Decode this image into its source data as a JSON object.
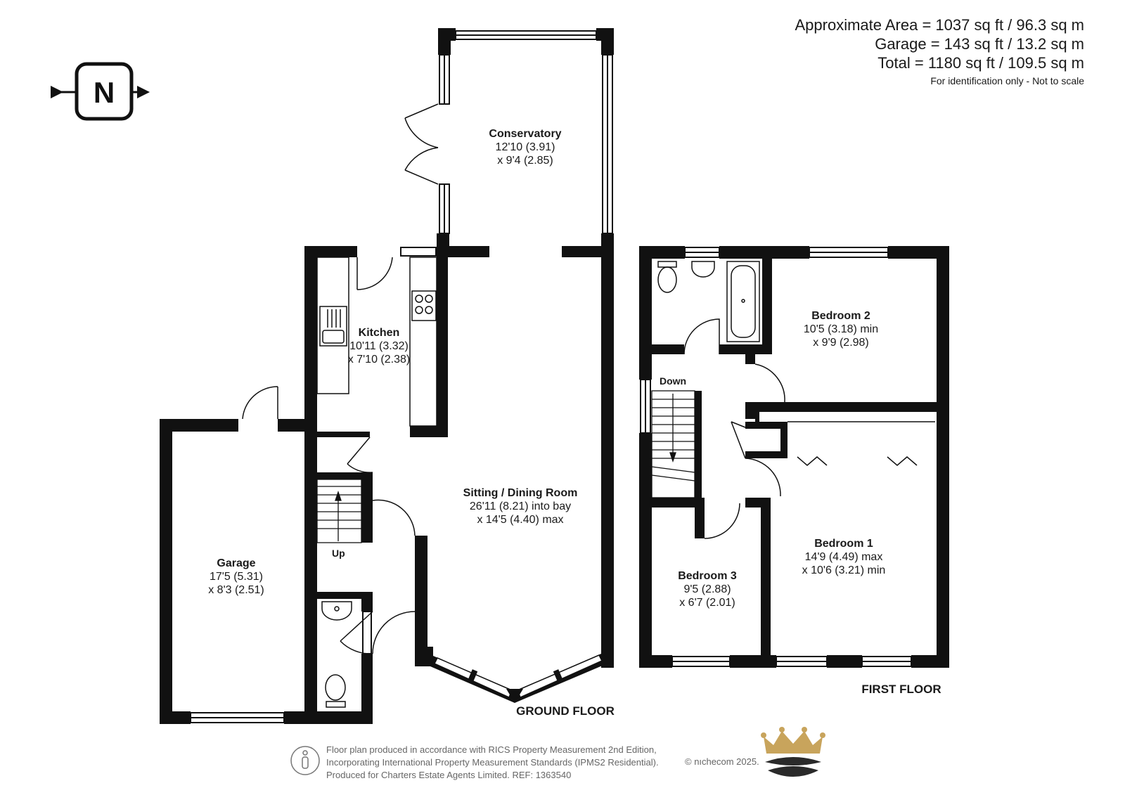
{
  "areas": {
    "approximate": "Approximate Area = 1037 sq ft / 96.3 sq m",
    "garage": "Garage = 143 sq ft / 13.2 sq m",
    "total": "Total = 1180 sq ft / 109.5 sq m",
    "note": "For identification only - Not to scale"
  },
  "compass": {
    "letter": "N",
    "icon": "north-arrow-icon"
  },
  "ground_floor": {
    "label": "GROUND FLOOR",
    "conservatory": {
      "name": "Conservatory",
      "dim1": "12'10 (3.91)",
      "dim2": "x 9'4 (2.85)"
    },
    "kitchen": {
      "name": "Kitchen",
      "dim1": "10'11 (3.32)",
      "dim2": "x 7'10 (2.38)"
    },
    "sitting": {
      "name": "Sitting / Dining Room",
      "dim1": "26'11 (8.21) into bay",
      "dim2": "x 14'5 (4.40) max"
    },
    "garage": {
      "name": "Garage",
      "dim1": "17'5 (5.31)",
      "dim2": "x 8'3 (2.51)"
    },
    "stairs": "Up"
  },
  "first_floor": {
    "label": "FIRST FLOOR",
    "bedroom2": {
      "name": "Bedroom 2",
      "dim1": "10'5 (3.18) min",
      "dim2": "x 9'9 (2.98)"
    },
    "bedroom1": {
      "name": "Bedroom 1",
      "dim1": "14'9 (4.49) max",
      "dim2": "x 10'6 (3.21) min"
    },
    "bedroom3": {
      "name": "Bedroom 3",
      "dim1": "9'5 (2.88)",
      "dim2": "x 6'7 (2.01)"
    },
    "stairs": "Down"
  },
  "footer": {
    "line1": "Floor plan produced in accordance with RICS Property Measurement 2nd Edition,",
    "line2": "Incorporating International Property Measurement Standards (IPMS2 Residential).",
    "line3": "Produced for Charters Estate Agents Limited.   REF: 1363540",
    "copyright": "© nıchecom 2025.",
    "logo_icon": "crown-logo-icon",
    "rics_icon": "person-in-circle-icon"
  },
  "colors": {
    "wall": "#111111",
    "crown_gold": "#c8a45c",
    "crown_dark": "#2a2a2a"
  }
}
